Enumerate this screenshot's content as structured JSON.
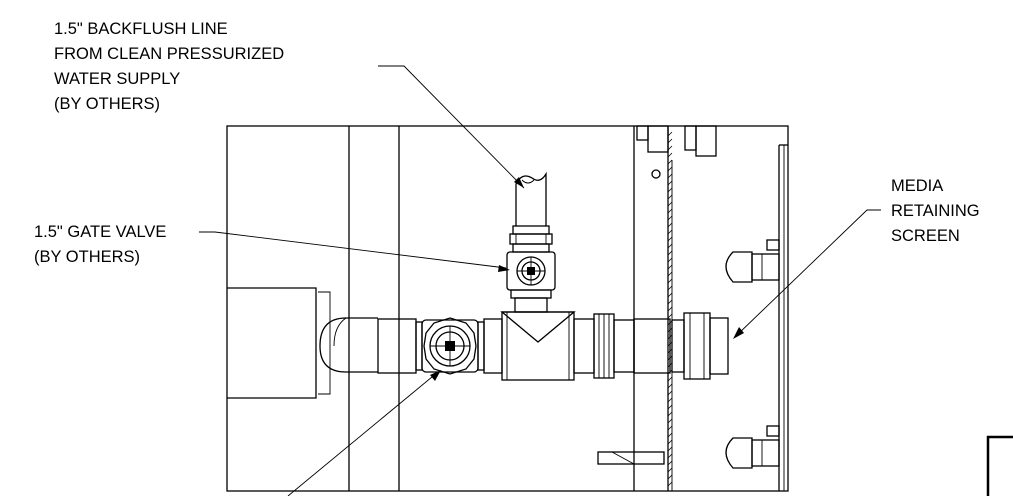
{
  "labels": {
    "backflush": [
      "1.5\" BACKFLUSH LINE",
      "FROM CLEAN PRESSURIZED",
      "WATER SUPPLY",
      "(BY OTHERS)"
    ],
    "gate_valve": [
      "1.5\" GATE VALVE",
      "(BY OTHERS)"
    ],
    "screen": [
      "MEDIA",
      "RETAINING",
      "SCREEN"
    ]
  }
}
